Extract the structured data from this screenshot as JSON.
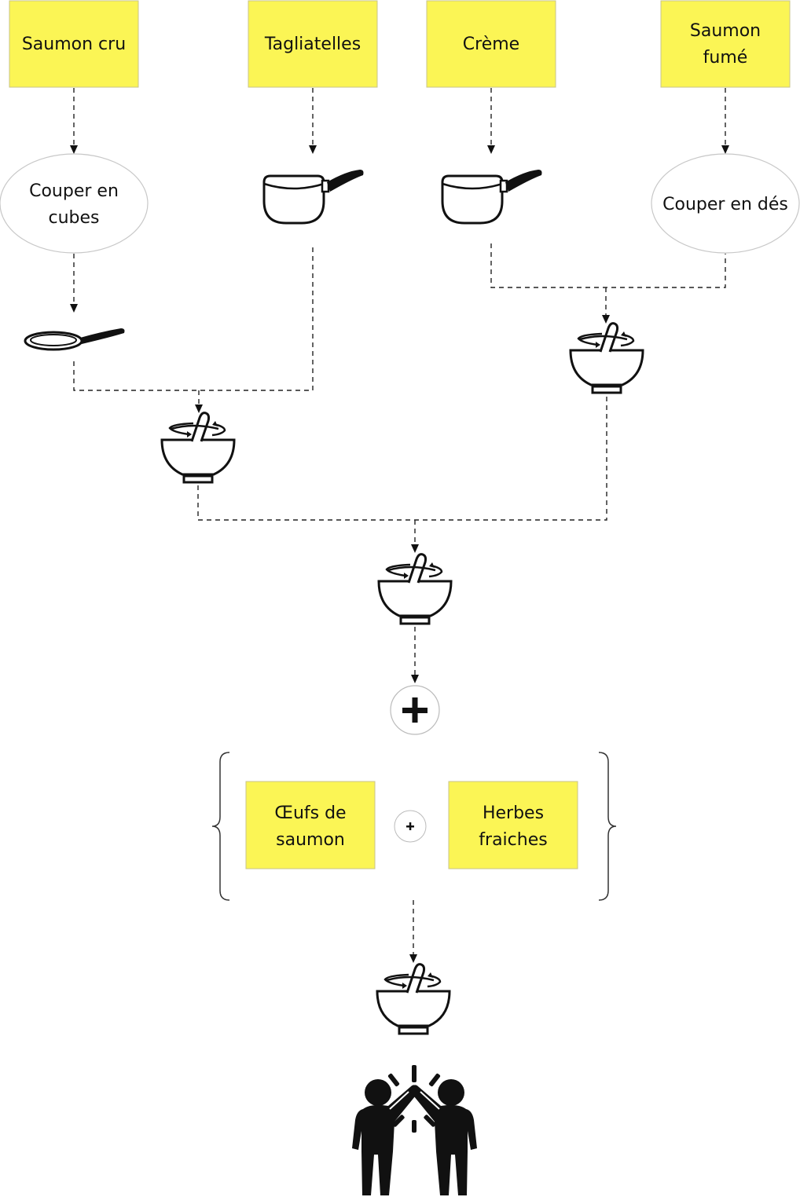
{
  "colors": {
    "note": "#fbf555",
    "line": "#222222"
  },
  "ingredients": {
    "saumon_cru": [
      "Saumon cru"
    ],
    "tagliatelles": [
      "Tagliatelles"
    ],
    "creme": [
      "Crème"
    ],
    "saumon_fume": [
      "Saumon",
      "fumé"
    ],
    "oeufs": [
      "Œufs de",
      "saumon"
    ],
    "herbes": [
      "Herbes",
      "fraiches"
    ]
  },
  "steps": {
    "couper_cubes": [
      "Couper en",
      "cubes"
    ],
    "couper_des": [
      "Couper en dés"
    ]
  },
  "icons": {
    "pan": "frying-pan-icon",
    "pot": "saucepan-icon",
    "mix": "mixing-bowl-icon",
    "plus": "plus-icon",
    "celebrate": "high-five-icon"
  }
}
